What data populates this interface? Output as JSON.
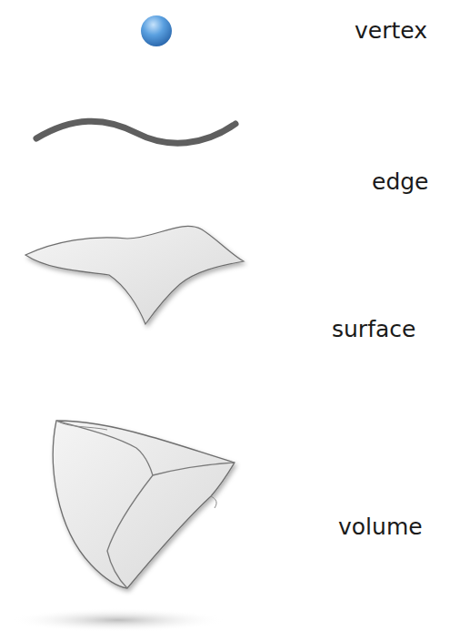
{
  "diagram": {
    "labels": [
      "vertex",
      "edge",
      "surface",
      "volume"
    ]
  }
}
